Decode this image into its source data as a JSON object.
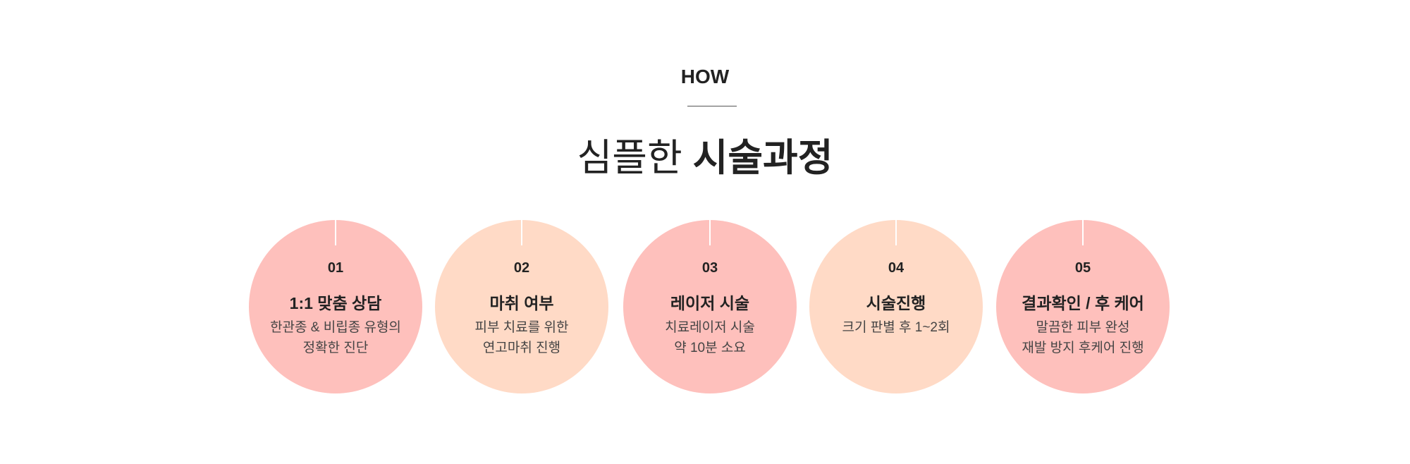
{
  "section": {
    "eyebrow": "HOW",
    "headline_light": "심플한",
    "headline_bold": "시술과정"
  },
  "colors": {
    "pink": "#fec0bc",
    "peach": "#ffdac6",
    "text": "#222222"
  },
  "steps": [
    {
      "number": "01",
      "title": "1:1 맞춤 상담",
      "desc": [
        "한관종 & 비립종 유형의",
        "정확한 진단"
      ]
    },
    {
      "number": "02",
      "title": "마취 여부",
      "desc": [
        "피부 치료를 위한",
        "연고마취 진행"
      ]
    },
    {
      "number": "03",
      "title": "레이저 시술",
      "desc": [
        "치료레이저 시술",
        "약 10분 소요"
      ]
    },
    {
      "number": "04",
      "title": "시술진행",
      "desc": [
        "크기 판별 후 1~2회"
      ]
    },
    {
      "number": "05",
      "title": "결과확인 / 후 케어",
      "desc": [
        "말끔한 피부 완성",
        "재발 방지 후케어 진행"
      ]
    }
  ]
}
